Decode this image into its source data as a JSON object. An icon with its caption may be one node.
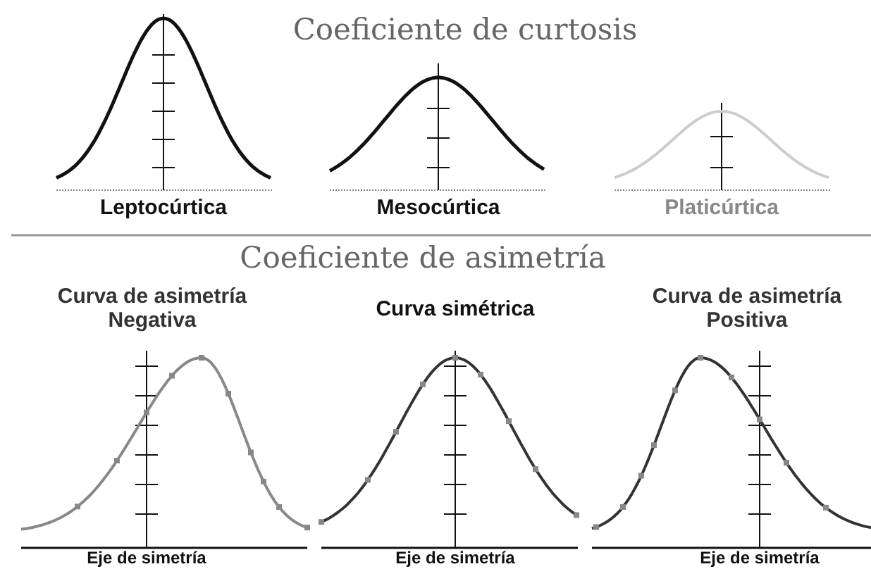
{
  "diagram": {
    "labels": [
      "Coeficiente de curtosis",
      "Leptocúrtica",
      "Mesocúrtica",
      "Platicúrtica",
      "Coeficiente de asimetría",
      "Curva de asimetría Negativa",
      "Curva simétrica",
      "Curva de asimetría Positiva",
      "Eje de simetría",
      "Eje de simetría",
      "Eje de simetría"
    ]
  }
}
